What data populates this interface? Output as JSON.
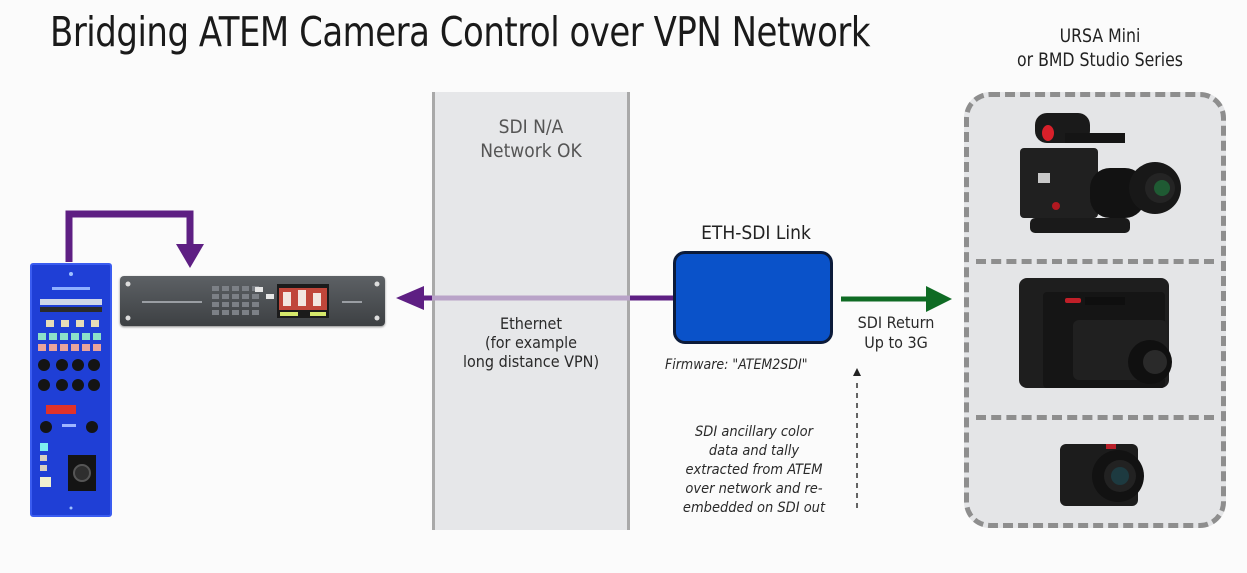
{
  "title": "Bridging ATEM Camera Control over VPN Network",
  "camera_group": {
    "title_line1": "URSA Mini",
    "title_line2": "or BMD Studio Series",
    "cameras": [
      {
        "name": "URSA Mini Pro camera",
        "icon": "cinema-camera-icon"
      },
      {
        "name": "Studio Camera",
        "icon": "studio-camera-icon"
      },
      {
        "name": "Micro Studio Camera",
        "icon": "micro-camera-icon"
      }
    ]
  },
  "network_zone": {
    "line1": "SDI N/A",
    "line2": "Network OK"
  },
  "ethernet_label": {
    "line1": "Ethernet",
    "line2": "(for example",
    "line3": "long distance VPN)"
  },
  "eth_sdi_link": {
    "title": "ETH-SDI Link",
    "firmware": "Firmware: \"ATEM2SDI\""
  },
  "sdi_return": {
    "line1": "SDI Return",
    "line2": "Up to 3G"
  },
  "ancillary_note": {
    "line1": "SDI ancillary color",
    "line2": "data and tally",
    "line3": "extracted from ATEM",
    "line4": "over network and re-",
    "line5": "embedded on SDI out"
  },
  "devices": {
    "controller": "ATEM Camera Control Panel",
    "switcher": "ATEM Switcher"
  },
  "colors": {
    "ethernet_arrow": "#5e1f83",
    "ethernet_line_light": "#b9a3c8",
    "sdi_arrow": "#0f6b24",
    "link_box": "#0a52c9",
    "panel_blue": "#1f3fd6",
    "zone_gray": "#e6e7e9",
    "dash_gray": "#8e8e8e"
  }
}
